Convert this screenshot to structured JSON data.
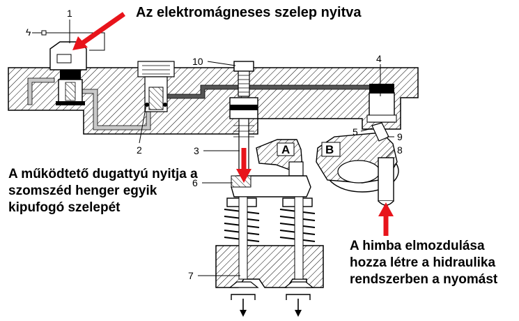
{
  "captions": {
    "solenoid_open": "Az elektromágneses szelep nyitva",
    "piston_opens": "A működtető dugattyú nyitja a szomszéd henger egyik kipufogó szelepét",
    "rocker_pressure": "A himba elmozdulása hozza létre a hidraulika rendszerben a nyomást"
  },
  "part_labels": {
    "p1": "1",
    "p2": "2",
    "p3": "3",
    "p4": "4",
    "p5": "5",
    "p6": "6",
    "p7": "7",
    "p8": "8",
    "p9": "9",
    "p10": "10"
  },
  "rocker_labels": {
    "a": "A",
    "b": "B"
  },
  "colors": {
    "arrow": "#e8141b",
    "oil": "#c8c8c8",
    "hatch": "#000000",
    "pressure_oil": "#555555"
  }
}
